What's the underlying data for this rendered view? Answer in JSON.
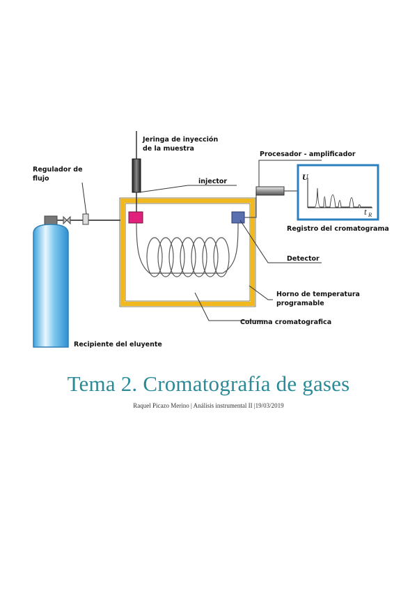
{
  "figure": {
    "labels": {
      "syringe_line1": "Jeringa de inyección",
      "syringe_line2": "de la muestra",
      "regulator_line1": "Regulador de",
      "regulator_line2": "flujo",
      "injector": "injector",
      "processor": "Procesador - amplificador",
      "record": "Registro del cromatograma",
      "detector": "Detector",
      "oven_line1": "Horno de temperatura",
      "oven_line2": "programable",
      "column": "Columna cromatografica",
      "container": "Recipiente del eluyente",
      "axis_u": "U",
      "axis_t": "t",
      "axis_t_sub": "R"
    },
    "colors": {
      "cylinder": "#5ab8e8",
      "oven": "#f2b91e",
      "injector": "#e0207a",
      "detector": "#5a6fb0",
      "monitor": "#2a7fbf"
    }
  },
  "document": {
    "title": "Tema 2. Cromatografía de gases",
    "author": "Raquel Picazo Merino",
    "course": "Análisis instrumental II",
    "date": "19/03/2019",
    "separator": "|"
  }
}
